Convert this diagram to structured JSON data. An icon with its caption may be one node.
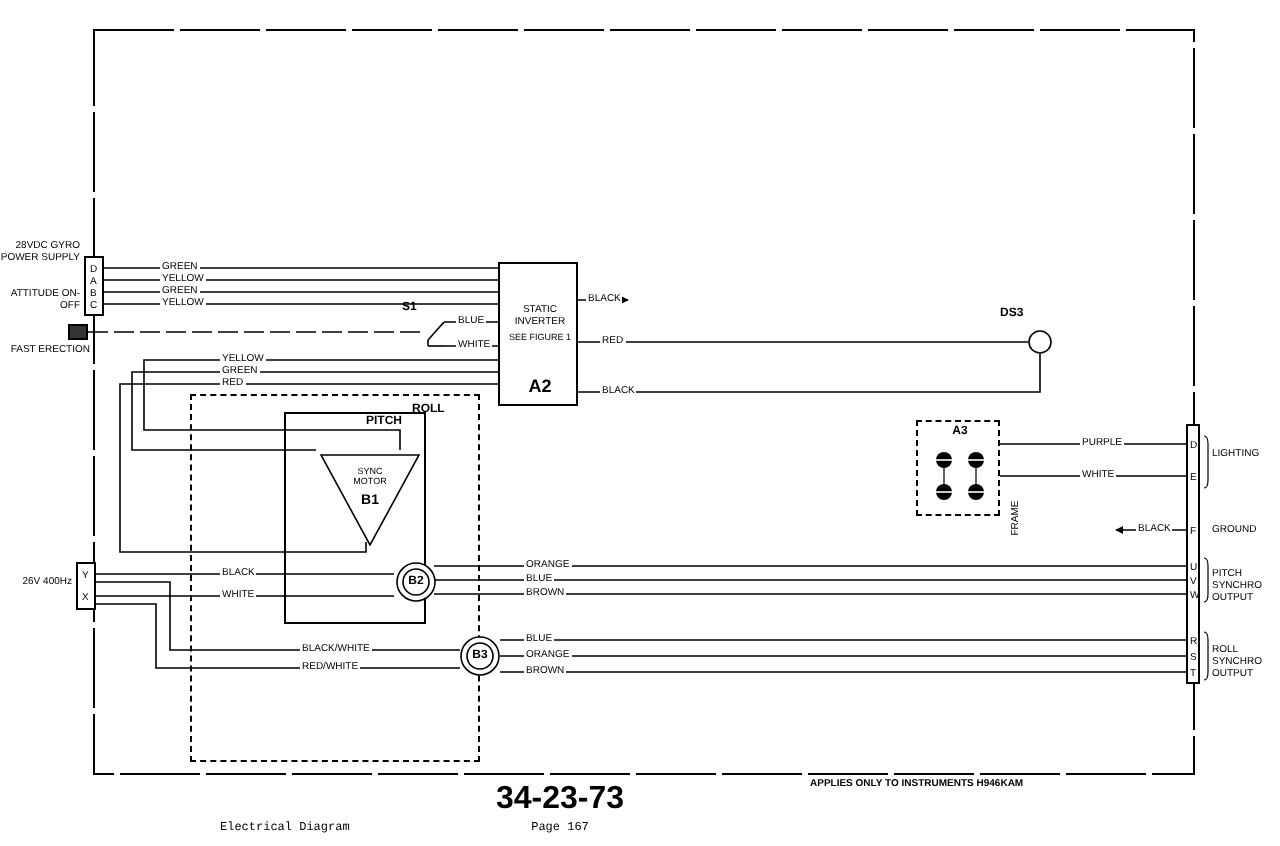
{
  "diagram": {
    "caption": "Electrical Diagram",
    "nodes": [
      {
        "text": [
          "D",
          "A",
          "B",
          "C"
        ],
        "beside": [
          "28VDC GYRO POWER SUPPLY",
          "ATTITUDE ON-OFF"
        ]
      },
      {
        "text": [],
        "shape": "box",
        "beside": [
          "FAST ERECTION"
        ]
      },
      {
        "text": [
          "Y",
          "X"
        ],
        "beside": [
          "26V 400Hz"
        ]
      },
      {
        "text": [
          "STATIC INVERTER",
          "SEE FIGURE 1",
          "A2"
        ]
      },
      {
        "text": [],
        "shape": "switch",
        "beside": [
          "S1"
        ]
      },
      {
        "text": [
          "ROLL"
        ]
      },
      {
        "text": [
          "PITCH"
        ],
        "in": 5
      },
      {
        "text": [
          "SYNC MOTOR",
          "B1"
        ],
        "in": 6
      },
      {
        "text": [
          "B2"
        ],
        "in": 5
      },
      {
        "text": [
          "B3"
        ]
      },
      {
        "text": [],
        "shape": "circle",
        "beside": [
          "DS3"
        ]
      },
      {
        "text": [
          "A3"
        ],
        "beside": [
          "FRAME"
        ]
      },
      {
        "text": [
          "D",
          "E",
          "F",
          "U",
          "V",
          "W",
          "R",
          "S",
          "T"
        ]
      }
    ],
    "edges": [
      {
        "from": 0,
        "to": 3,
        "arrow": "none",
        "label": "GREEN"
      },
      {
        "from": 0,
        "to": 3,
        "arrow": "none",
        "label": "YELLOW"
      },
      {
        "from": 0,
        "to": 3,
        "arrow": "none",
        "label": "GREEN"
      },
      {
        "from": 0,
        "to": 3,
        "arrow": "none",
        "label": "YELLOW"
      },
      {
        "from": 1,
        "to": 4,
        "arrow": "none",
        "style": "dashed"
      },
      {
        "from": 4,
        "to": 3,
        "arrow": "none",
        "label": "BLUE"
      },
      {
        "from": 4,
        "to": 3,
        "arrow": "none",
        "label": "WHITE"
      },
      {
        "from": 3,
        "to": null,
        "arrow": "to",
        "label": "BLACK"
      },
      {
        "from": 3,
        "to": 10,
        "arrow": "none",
        "label": "RED"
      },
      {
        "from": 3,
        "to": 10,
        "arrow": "none",
        "label": "BLACK"
      },
      {
        "from": 3,
        "to": 7,
        "arrow": "none",
        "label": "YELLOW"
      },
      {
        "from": 3,
        "to": 7,
        "arrow": "none",
        "label": "GREEN"
      },
      {
        "from": 3,
        "to": 7,
        "arrow": "none",
        "label": "RED"
      },
      {
        "from": 2,
        "to": 8,
        "arrow": "none",
        "label": "BLACK"
      },
      {
        "from": 2,
        "to": 8,
        "arrow": "none",
        "label": "WHITE"
      },
      {
        "from": 2,
        "to": 9,
        "arrow": "none",
        "label": "BLACK/WHITE"
      },
      {
        "from": 2,
        "to": 9,
        "arrow": "none",
        "label": "RED/WHITE"
      },
      {
        "from": 8,
        "to": 12,
        "arrow": "none",
        "label": "ORANGE"
      },
      {
        "from": 8,
        "to": 12,
        "arrow": "none",
        "label": "BLUE"
      },
      {
        "from": 8,
        "to": 12,
        "arrow": "none",
        "label": "BROWN"
      },
      {
        "from": 9,
        "to": 12,
        "arrow": "none",
        "label": "BLUE"
      },
      {
        "from": 9,
        "to": 12,
        "arrow": "none",
        "label": "ORANGE"
      },
      {
        "from": 9,
        "to": 12,
        "arrow": "none",
        "label": "BROWN"
      },
      {
        "from": 11,
        "to": 12,
        "arrow": "none",
        "label": "PURPLE"
      },
      {
        "from": 11,
        "to": 12,
        "arrow": "none",
        "label": "WHITE"
      },
      {
        "from": 12,
        "to": null,
        "arrow": "to",
        "label": "BLACK"
      }
    ],
    "labels": [
      "LIGHTING",
      "GROUND",
      "PITCH SYNCHRO OUTPUT",
      "ROLL SYNCHRO OUTPUT",
      "APPLIES ONLY TO INSTRUMENTS H946KAM",
      "34-23-73",
      "Page 167"
    ]
  }
}
